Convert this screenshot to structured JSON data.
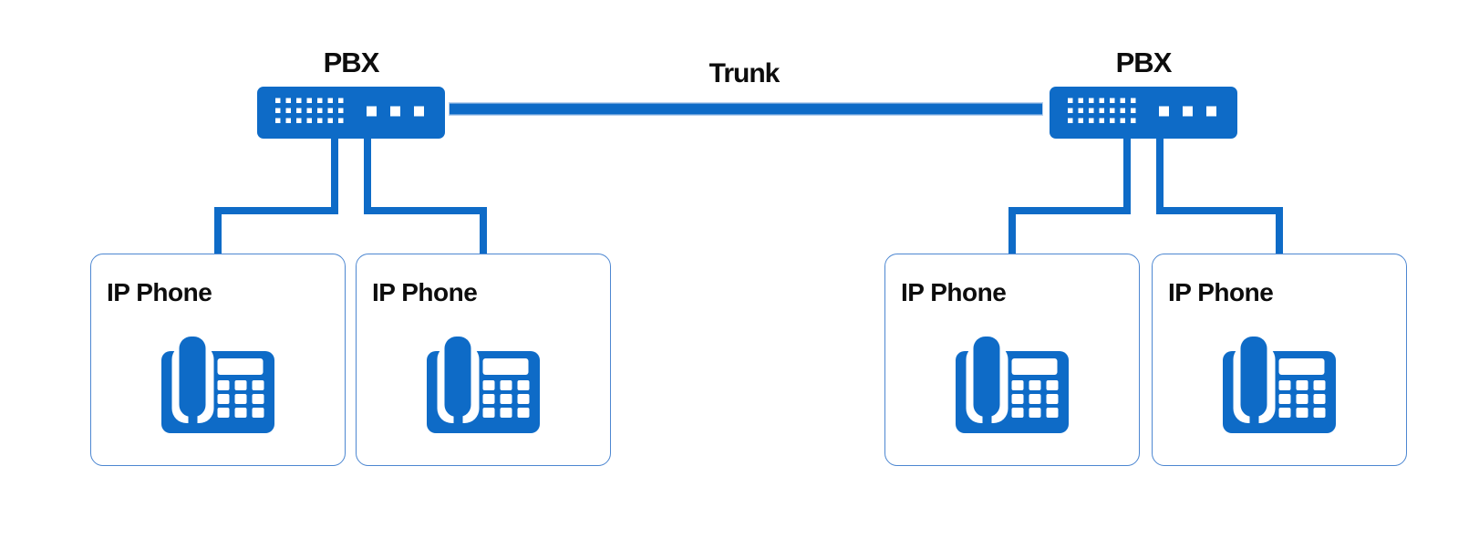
{
  "colors": {
    "primary_blue": "#0e6bc7",
    "box_border_blue": "#4d87d1",
    "trunk_outline": "#b9d1ee",
    "label_text": "#0d0d0d",
    "background": "#ffffff"
  },
  "diagram": {
    "type": "telephony-topology",
    "trunk": {
      "label": "Trunk"
    },
    "pbx_nodes": [
      {
        "id": "pbx-left",
        "label": "PBX"
      },
      {
        "id": "pbx-right",
        "label": "PBX"
      }
    ],
    "phone_nodes": [
      {
        "id": "ip-phone-1",
        "label": "IP Phone",
        "connected_to": "pbx-left"
      },
      {
        "id": "ip-phone-2",
        "label": "IP Phone",
        "connected_to": "pbx-left"
      },
      {
        "id": "ip-phone-3",
        "label": "IP Phone",
        "connected_to": "pbx-right"
      },
      {
        "id": "ip-phone-4",
        "label": "IP Phone",
        "connected_to": "pbx-right"
      }
    ]
  }
}
